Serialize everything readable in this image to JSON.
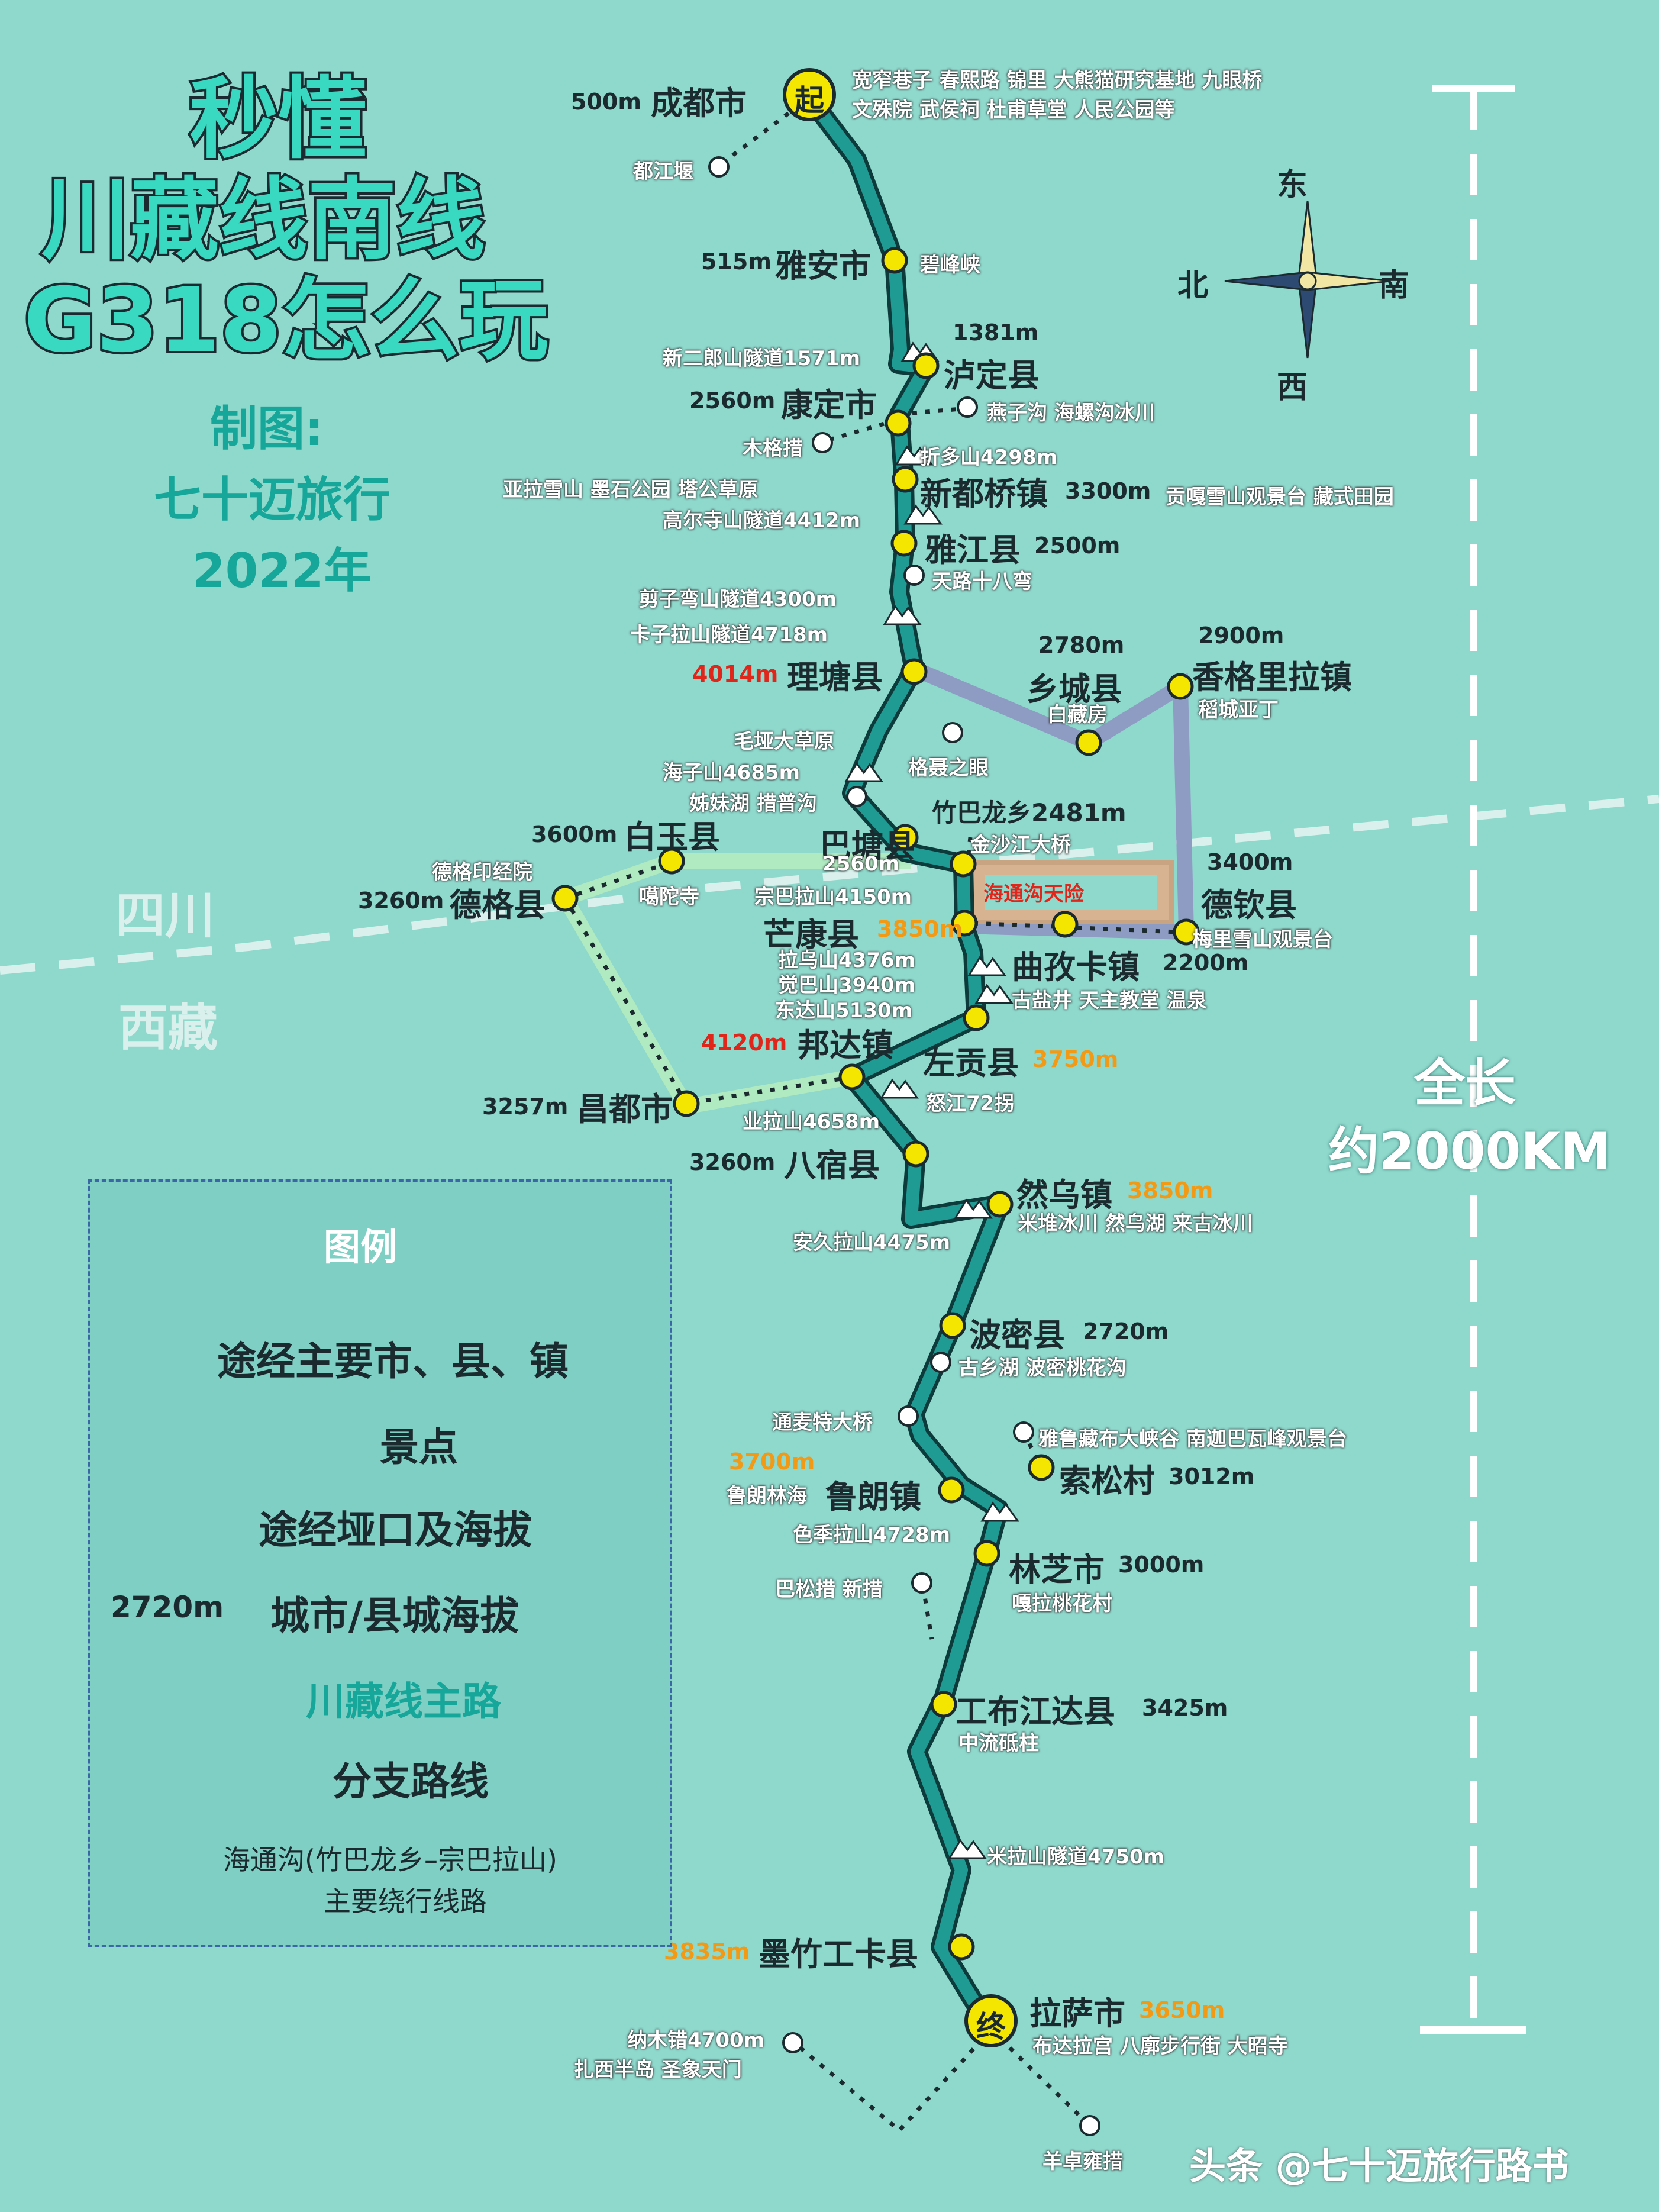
{
  "title": {
    "line1": "秒懂",
    "line2": "川藏线南线",
    "line3": "G318怎么玩"
  },
  "credit": {
    "label": "制图:",
    "author": "七十迈旅行",
    "year": "2022年"
  },
  "compass": {
    "east": "东",
    "north": "北",
    "south": "南",
    "west": "西"
  },
  "length": {
    "label": "全长",
    "value": "约2000KM"
  },
  "regions": {
    "sichuan": "四川",
    "tibet": "西藏"
  },
  "watermark": "头条 @七十迈旅行路书",
  "legend": {
    "title": "图例",
    "town": "途经主要市、县、镇",
    "spot": "景点",
    "pass": "途经垭口及海拔",
    "alt_sample": "2720m",
    "alt_label": "城市/县城海拔",
    "main_road": "川藏线主路",
    "branch": "分支路线",
    "haitonggou": "海通沟(竹巴龙乡–宗巴拉山)",
    "detour": "主要绕行线路"
  },
  "places": {
    "chengdu": {
      "alt": "500m",
      "name": "成都市",
      "badge": "起",
      "spots": "宽窄巷子 春熙路 锦里 大熊猫研究基地 九眼桥",
      "spots2": "文殊院 武侯祠 杜甫草堂 人民公园等"
    },
    "dujiangyan": "都江堰",
    "yaan": {
      "alt": "515m",
      "name": "雅安市",
      "spot": "碧峰峡"
    },
    "erlangshan": "新二郎山隧道1571m",
    "luding": {
      "alt": "1381m",
      "name": "泸定县"
    },
    "kangding": {
      "alt": "2560m",
      "name": "康定市",
      "spots": "燕子沟 海螺沟冰川"
    },
    "mugecuo": "木格措",
    "zheduoshan": "折多山4298m",
    "xindouqiao": {
      "name": "新都桥镇",
      "alt": "3300m",
      "spots": "贡嘎雪山观景台 藏式田园"
    },
    "yala": "亚拉雪山 墨石公园 塔公草原",
    "gaoersi": "高尔寺山隧道4412m",
    "yajiang": {
      "name": "雅江县",
      "alt": "2500m",
      "spot": "天路十八弯"
    },
    "jianziwan": "剪子弯山隧道4300m",
    "kazila": "卡子拉山隧道4718m",
    "litang": {
      "alt": "4014m",
      "name": "理塘县"
    },
    "xiangcheng": {
      "alt": "2780m",
      "name": "乡城县",
      "spot": "白藏房"
    },
    "shangrila": {
      "alt": "2900m",
      "name": "香格里拉镇",
      "spot": "稻城亚丁"
    },
    "maoya": "毛垭大草原",
    "genie": "格聂之眼",
    "haizishan": "海子山4685m",
    "zimeihu": "姊妹湖 措普沟",
    "batang": {
      "name": "巴塘县",
      "alt": "2560m"
    },
    "zhubalong": {
      "name": "竹巴龙乡2481m",
      "bridge": "金沙江大桥"
    },
    "baiyu": {
      "alt": "3600m",
      "name": "白玉县",
      "spot": "噶陀寺"
    },
    "dege": {
      "spot": "德格印经院",
      "alt": "3260m",
      "name": "德格县"
    },
    "haitonggou": "海通沟天险",
    "zongbala": "宗巴拉山4150m",
    "deqin": {
      "alt": "3400m",
      "name": "德钦县",
      "spot": "梅里雪山观景台"
    },
    "mangkang": {
      "name": "芒康县",
      "alt": "3850m"
    },
    "lawushan": "拉乌山4376m",
    "jueba": "觉巴山3940m",
    "dongda": "东达山5130m",
    "quzika": {
      "name": "曲孜卡镇",
      "alt": "2200m",
      "spots": "古盐井 天主教堂 温泉"
    },
    "bangda": {
      "alt": "4120m",
      "name": "邦达镇"
    },
    "zuogong": {
      "name": "左贡县",
      "alt": "3750m"
    },
    "nujiang": "怒江72拐",
    "changdu": {
      "alt": "3257m",
      "name": "昌都市"
    },
    "yela": "业拉山4658m",
    "basu": {
      "alt": "3260m",
      "name": "八宿县"
    },
    "ranwu": {
      "name": "然乌镇",
      "alt": "3850m",
      "spots": "米堆冰川 然乌湖 来古冰川"
    },
    "anjiu": "安久拉山4475m",
    "bomi": {
      "name": "波密县",
      "alt": "2720m",
      "spots": "古乡湖 波密桃花沟"
    },
    "tongmai": "通麦特大桥",
    "yarlung": "雅鲁藏布大峡谷 南迦巴瓦峰观景台",
    "suosong": {
      "name": "索松村",
      "alt": "3012m"
    },
    "lulang": {
      "alt": "3700m",
      "spot": "鲁朗林海",
      "name": "鲁朗镇"
    },
    "sejila": "色季拉山4728m",
    "linzhi": {
      "name": "林芝市",
      "alt": "3000m",
      "spot": "嘎拉桃花村"
    },
    "basongcuo": "巴松措 新措",
    "gongbu": {
      "name": "工布江达县",
      "alt": "3425m",
      "spot": "中流砥柱"
    },
    "mila": "米拉山隧道4750m",
    "mozhu": {
      "alt": "3835m",
      "name": "墨竹工卡县"
    },
    "lhasa": {
      "badge": "终",
      "name": "拉萨市",
      "alt": "3650m",
      "spots": "布达拉宫 八廓步行街 大昭寺"
    },
    "namtso": {
      "name": "纳木错4700m",
      "spots": "扎西半岛 圣象天门"
    },
    "yamdrok": "羊卓雍措"
  },
  "colors": {
    "background": "#8fd8cc",
    "main_road": "#1f9b94",
    "haitonggou": "#8e9cc4",
    "detour": "#b2ecc0",
    "town": "#f4e600"
  }
}
